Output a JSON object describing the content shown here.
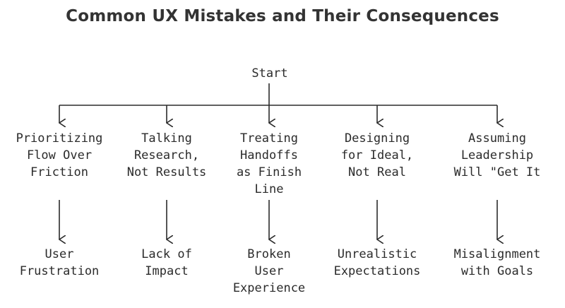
{
  "title": "Common UX Mistakes and Their Consequences",
  "start": "Start",
  "branches": [
    {
      "mistake": "Prioritizing\nFlow Over\nFriction",
      "consequence": "User\nFrustration"
    },
    {
      "mistake": "Talking\nResearch,\nNot Results",
      "consequence": "Lack of\nImpact"
    },
    {
      "mistake": "Treating\nHandoffs\nas Finish\nLine",
      "consequence": "Broken\nUser\nExperience"
    },
    {
      "mistake": "Designing\nfor Ideal,\nNot Real",
      "consequence": "Unrealistic\nExpectations"
    },
    {
      "mistake": "Assuming\nLeadership\nWill \"Get It",
      "consequence": "Misalignment\nwith Goals"
    }
  ]
}
